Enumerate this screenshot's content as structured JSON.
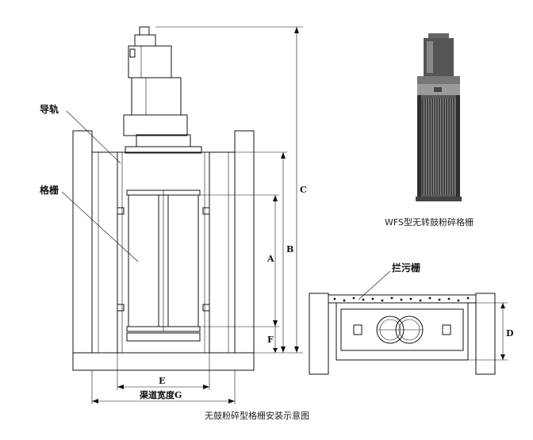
{
  "labels": {
    "guide_rail": "导轨",
    "grille": "格栅",
    "trash_rack": "拦污栅"
  },
  "dimensions": {
    "A": "A",
    "B": "B",
    "C": "C",
    "D": "D",
    "E": "E",
    "F": "F",
    "G": "渠道宽度G"
  },
  "captions": {
    "photo": "WFS型无转鼓粉碎格栅",
    "figure": "无鼓粉碎型格栅安装示意图"
  },
  "colors": {
    "line": "#111111",
    "hatch": "#222222",
    "photo_body": "#5a5a5a"
  }
}
